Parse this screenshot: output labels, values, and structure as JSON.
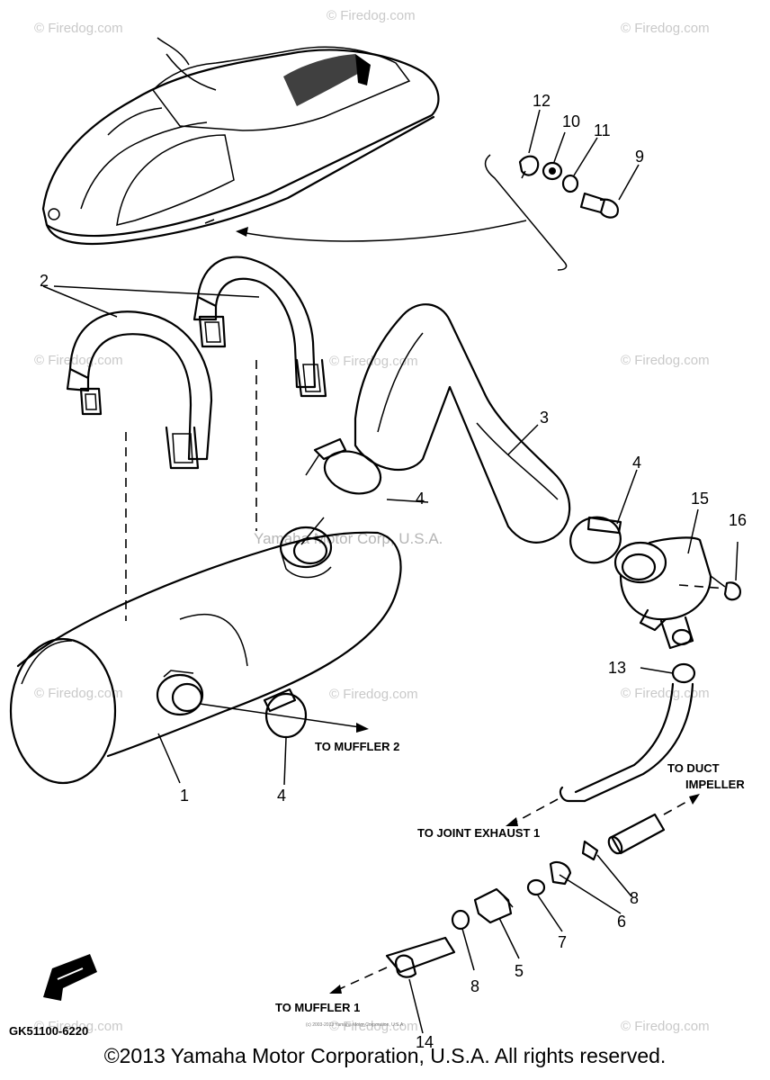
{
  "watermark": {
    "firedog": "© Firedog.com",
    "center": "Yamaha Motor Corp, U.S.A."
  },
  "callouts": {
    "c1": "1",
    "c2": "2",
    "c3": "3",
    "c4a": "4",
    "c4b": "4",
    "c4c": "4",
    "c5": "5",
    "c6": "6",
    "c7": "7",
    "c8a": "8",
    "c8b": "8",
    "c9": "9",
    "c10": "10",
    "c11": "11",
    "c12": "12",
    "c13": "13",
    "c14": "14",
    "c15": "15",
    "c16": "16"
  },
  "destinations": {
    "to_muffler_2": "TO MUFFLER 2",
    "to_duct": "TO DUCT",
    "impeller": "IMPELLER",
    "to_joint_exhaust_1": "TO JOINT EXHAUST 1",
    "to_muffler_1": "TO MUFFLER 1"
  },
  "part_code": "GK51100-6220",
  "small_copyright": "(c) 2003-2013 Yamaha Motor Corporation, U.S.A.",
  "footer": "©2013 Yamaha Motor Corporation, U.S.A. All rights reserved.",
  "icons": {
    "front": "fwd-arrow-icon"
  }
}
